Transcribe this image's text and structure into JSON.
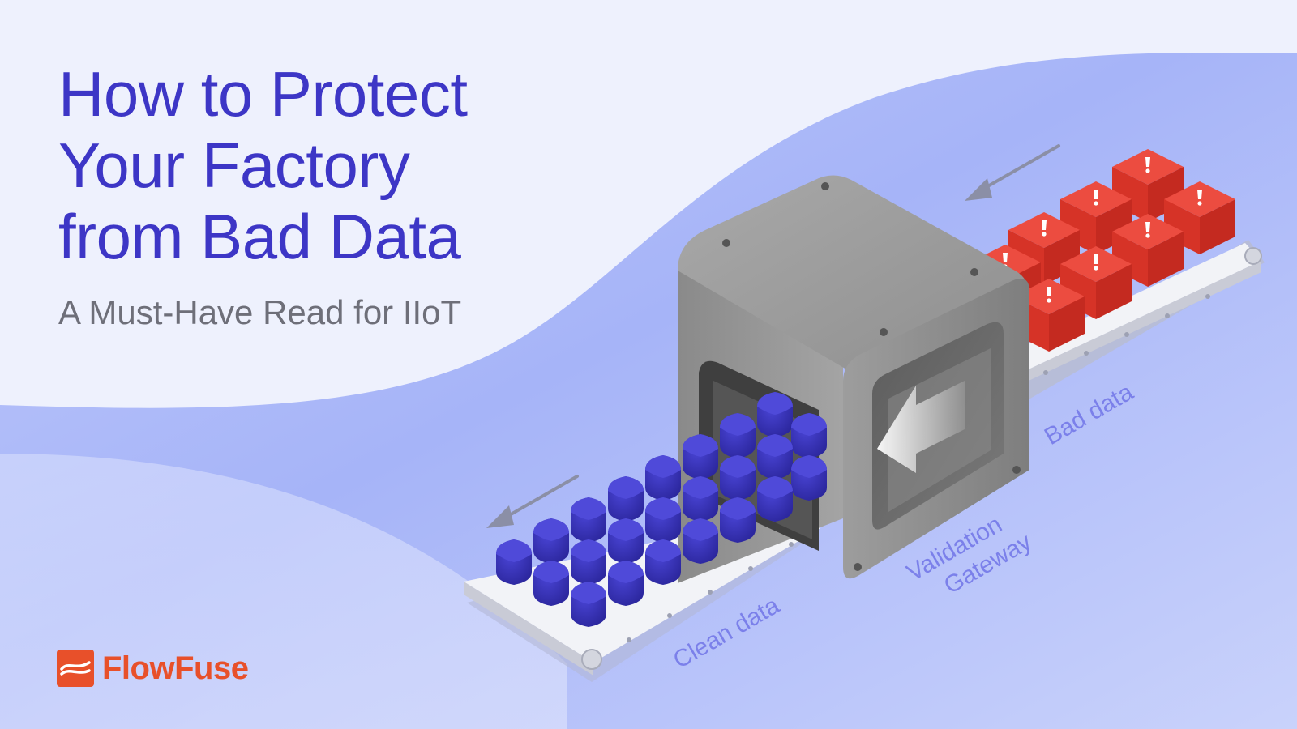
{
  "headline": {
    "line1": "How to Protect",
    "line2": "Your Factory",
    "line3": "from Bad Data"
  },
  "subtitle": "A Must-Have Read for IIoT",
  "labels": {
    "clean_data": "Clean data",
    "validation": "Validation",
    "gateway": "Gateway",
    "bad_data": "Bad data"
  },
  "brand": {
    "name": "FlowFuse",
    "logo_icon": "flowfuse-logo-icon"
  },
  "colors": {
    "title": "#3d36c6",
    "subtitle": "#6e6f79",
    "clean_cube": "#3b35c0",
    "bad_cube": "#e23a2f",
    "label": "#7b80ea",
    "brand": "#e8502a",
    "machine": "#9a9a9a"
  }
}
